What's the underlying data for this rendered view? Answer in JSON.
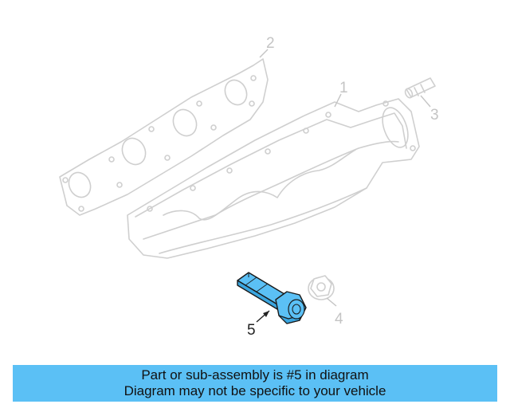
{
  "diagram": {
    "callouts": [
      {
        "id": "1",
        "label": "1"
      },
      {
        "id": "2",
        "label": "2"
      },
      {
        "id": "3",
        "label": "3"
      },
      {
        "id": "4",
        "label": "4"
      },
      {
        "id": "5",
        "label": "5"
      }
    ],
    "highlight_color": "#5bc0f5",
    "highlighted_part": "5"
  },
  "banner": {
    "line1": "Part or sub-assembly is #5 in diagram",
    "line2": "Diagram may not be specific to your vehicle",
    "background": "#5bc0f5"
  }
}
